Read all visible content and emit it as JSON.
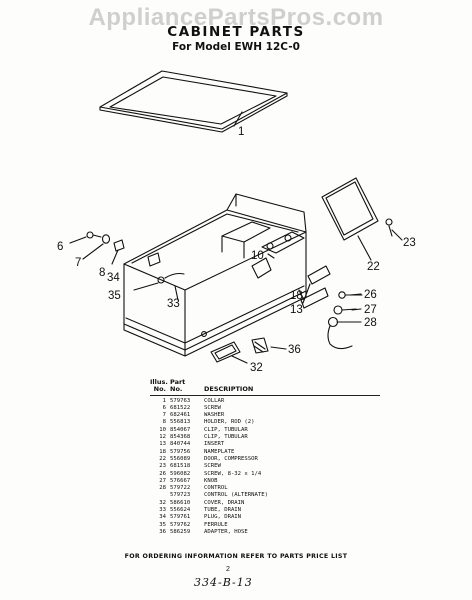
{
  "watermark": "AppliancePartsPros.com",
  "header": {
    "title": "CABINET PARTS",
    "subtitle": "For Model EWH 12C-0"
  },
  "callouts": [
    "1",
    "6",
    "7",
    "8",
    "34",
    "35",
    "33",
    "10",
    "18",
    "13",
    "22",
    "23",
    "26",
    "27",
    "28",
    "32",
    "36"
  ],
  "parts_table": {
    "header_line1": [
      "Illus.",
      "Part",
      ""
    ],
    "header_line2": [
      "No.",
      "No.",
      "DESCRIPTION"
    ],
    "rows": [
      {
        "illus": "1",
        "part": "579763",
        "desc": "COLLAR"
      },
      {
        "illus": "6",
        "part": "681522",
        "desc": "SCREW"
      },
      {
        "illus": "7",
        "part": "682461",
        "desc": "WASHER"
      },
      {
        "illus": "8",
        "part": "556813",
        "desc": "HOLDER, ROD (2)"
      },
      {
        "illus": "10",
        "part": "854067",
        "desc": "CLIP, TUBULAR"
      },
      {
        "illus": "12",
        "part": "854368",
        "desc": "CLIP, TUBULAR"
      },
      {
        "illus": "13",
        "part": "840744",
        "desc": "INSERT"
      },
      {
        "illus": "18",
        "part": "579756",
        "desc": "NAMEPLATE"
      },
      {
        "illus": "22",
        "part": "556089",
        "desc": "DOOR, COMPRESSOR"
      },
      {
        "illus": "23",
        "part": "681518",
        "desc": "SCREW"
      },
      {
        "illus": "26",
        "part": "596082",
        "desc": "SCREW, 8-32 x 1/4"
      },
      {
        "illus": "27",
        "part": "576667",
        "desc": "KNOB"
      },
      {
        "illus": "28",
        "part": "579722",
        "desc": "CONTROL"
      },
      {
        "illus": "",
        "part": "579723",
        "desc": "CONTROL (ALTERNATE)"
      },
      {
        "illus": "32",
        "part": "586610",
        "desc": "COVER, DRAIN"
      },
      {
        "illus": "33",
        "part": "556624",
        "desc": "TUBE, DRAIN"
      },
      {
        "illus": "34",
        "part": "579761",
        "desc": "PLUG, DRAIN"
      },
      {
        "illus": "35",
        "part": "579762",
        "desc": "FERRULE"
      },
      {
        "illus": "36",
        "part": "586259",
        "desc": "ADAPTER, HOSE"
      }
    ]
  },
  "footer": {
    "note": "FOR ORDERING INFORMATION REFER TO PARTS PRICE LIST",
    "page": "2",
    "handwritten": "334-B-13"
  }
}
